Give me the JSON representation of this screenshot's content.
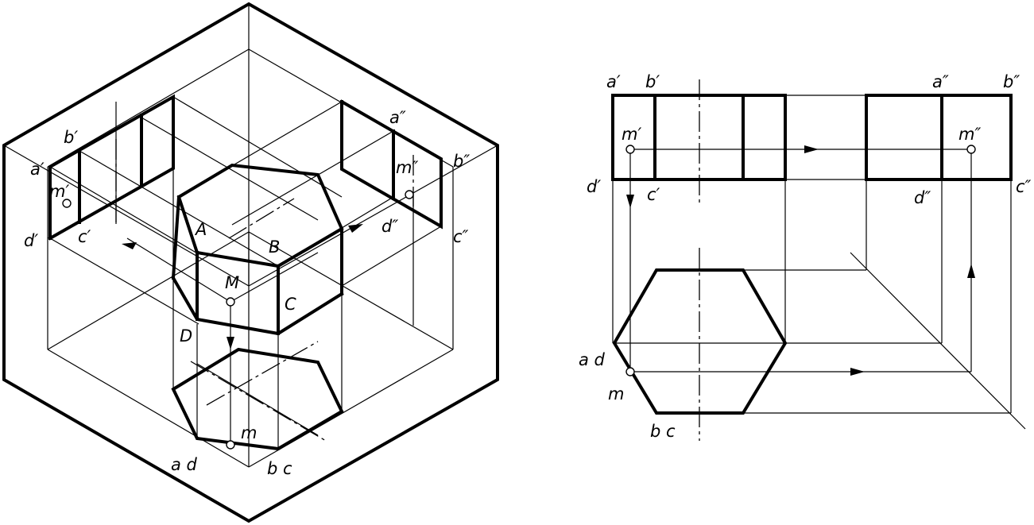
{
  "pictorial_labels": {
    "a_prime": "a′",
    "b_prime": "b′",
    "m_prime": "m′",
    "d_prime": "d′",
    "c_prime": "c′",
    "a_dprime": "a″",
    "m_dprime": "m″",
    "b_dprime": "b″",
    "d_dprime": "d″",
    "c_dprime": "c″",
    "A": "A",
    "B": "B",
    "M": "M",
    "C": "C",
    "D": "D",
    "m": "m",
    "ad": "a d",
    "bc": "b c"
  },
  "orthographic_labels": {
    "a_prime": "a′",
    "b_prime": "b′",
    "m_prime": "m′",
    "d_prime": "d′",
    "c_prime": "c′",
    "a_dprime": "a″",
    "b_dprime": "b″",
    "m_dprime": "m″",
    "d_dprime": "d″",
    "c_dprime": "c″",
    "ad": "a d",
    "m": "m",
    "bc": "b c"
  }
}
